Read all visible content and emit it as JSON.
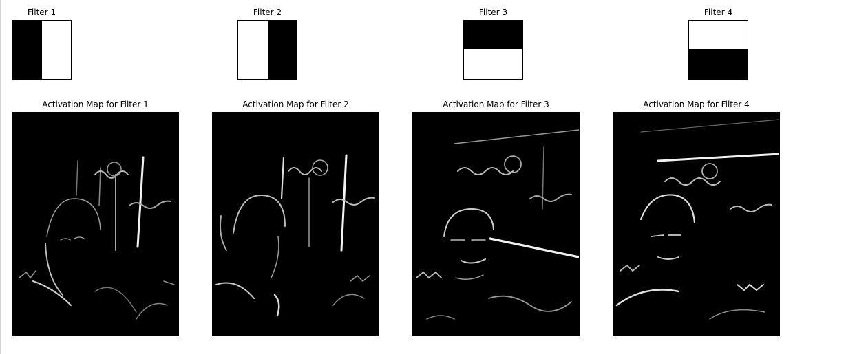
{
  "filters": [
    {
      "title": "Filter 1",
      "black_side": "left"
    },
    {
      "title": "Filter 2",
      "black_side": "right"
    },
    {
      "title": "Filter 3",
      "black_side": "top"
    },
    {
      "title": "Filter 4",
      "black_side": "bottom"
    }
  ],
  "maps": [
    {
      "title": "Activation Map for Filter 1"
    },
    {
      "title": "Activation Map for Filter 2"
    },
    {
      "title": "Activation Map for Filter 3"
    },
    {
      "title": "Activation Map for Filter 4"
    }
  ],
  "colors": {
    "filter_dark": "#000000",
    "filter_light": "#ffffff",
    "map_background": "#000000",
    "edge_highlight": "#e8e8e8"
  }
}
